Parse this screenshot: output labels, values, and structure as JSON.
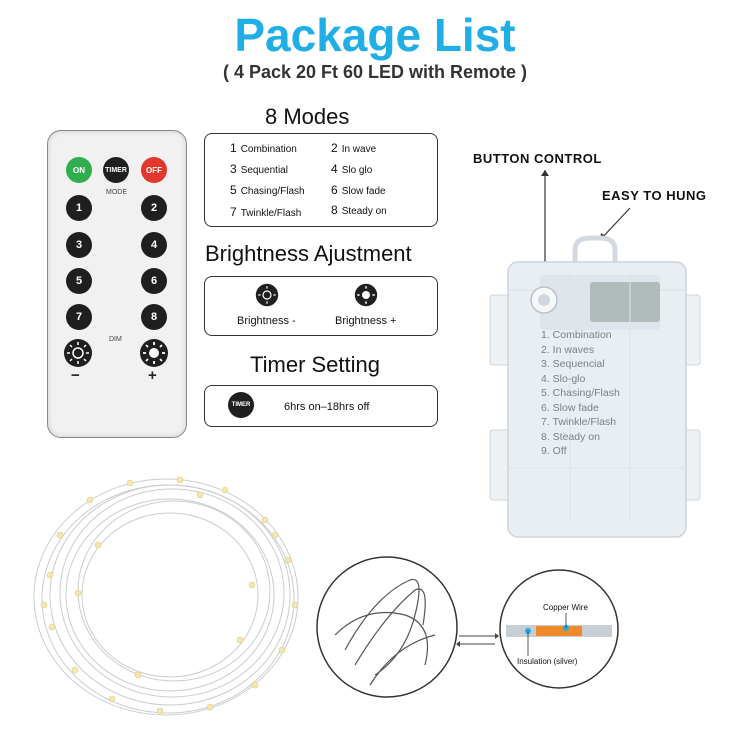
{
  "header": {
    "title": "Package List",
    "subtitle": "( 4 Pack 20 Ft 60 LED with Remote )"
  },
  "remote": {
    "on_label": "ON",
    "timer_label": "TIMER",
    "off_label": "OFF",
    "mode_label": "MODE",
    "dim_label": "DIM",
    "minus": "−",
    "plus": "+",
    "keys": [
      "1",
      "2",
      "3",
      "4",
      "5",
      "6",
      "7",
      "8"
    ],
    "colors": {
      "on": "#2fae4e",
      "off": "#e2372c",
      "body": "#f1f1f1"
    }
  },
  "modes": {
    "heading": "8 Modes",
    "items": [
      {
        "num": "1",
        "label": "Combination"
      },
      {
        "num": "2",
        "label": "In wave"
      },
      {
        "num": "3",
        "label": "Sequential"
      },
      {
        "num": "4",
        "label": "Slo glo"
      },
      {
        "num": "5",
        "label": "Chasing/Flash"
      },
      {
        "num": "6",
        "label": "Slow fade"
      },
      {
        "num": "7",
        "label": "Twinkle/Flash"
      },
      {
        "num": "8",
        "label": "Steady on"
      }
    ]
  },
  "brightness": {
    "heading": "Brightness Ajustment",
    "down_label": "Brightness -",
    "up_label": "Brightness +"
  },
  "timer": {
    "heading": "Timer Setting",
    "icon_label": "TIMER",
    "text": "6hrs on–18hrs off"
  },
  "battery_box": {
    "button_callout": "BUTTON CONTROL",
    "hang_callout": "EASY TO HUNG",
    "modes": [
      "1. Combination",
      "2. In waves",
      "3. Sequencial",
      "4. Slo-glo",
      "5. Chasing/Flash",
      "6. Slow fade",
      "7. Twinkle/Flash",
      "8. Steady on",
      "9. Off"
    ]
  },
  "wire_detail": {
    "copper_label": "Copper Wire",
    "insulation_label": "Insulation (silver)",
    "colors": {
      "copper": "#f08a2a",
      "accent": "#1faee6"
    }
  }
}
